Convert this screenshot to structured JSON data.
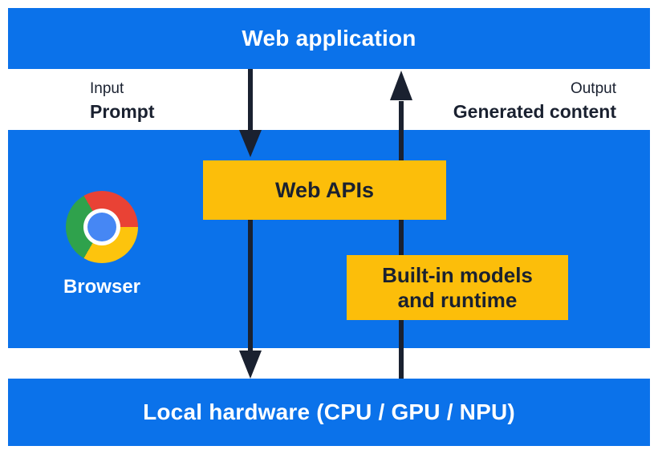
{
  "top_bar": {
    "label": "Web application"
  },
  "flow_labels": {
    "input_title": "Input",
    "input_value": "Prompt",
    "output_title": "Output",
    "output_value": "Generated content"
  },
  "browser_section": {
    "icon": "chrome-logo",
    "label": "Browser"
  },
  "boxes": {
    "web_apis_label": "Web APIs",
    "builtin_line1": "Built-in models",
    "builtin_line2": "and runtime"
  },
  "bottom_bar": {
    "label": "Local hardware (CPU / GPU / NPU)"
  },
  "colors": {
    "section_blue": "#0B72EA",
    "box_yellow": "#FCBE0A",
    "arrow_dark": "#1A2130",
    "text_on_blue": "#FFFFFF",
    "chrome_red": "#E94235",
    "chrome_yellow": "#FDC40D",
    "chrome_green": "#2FA24C",
    "chrome_blue": "#4687F4"
  }
}
